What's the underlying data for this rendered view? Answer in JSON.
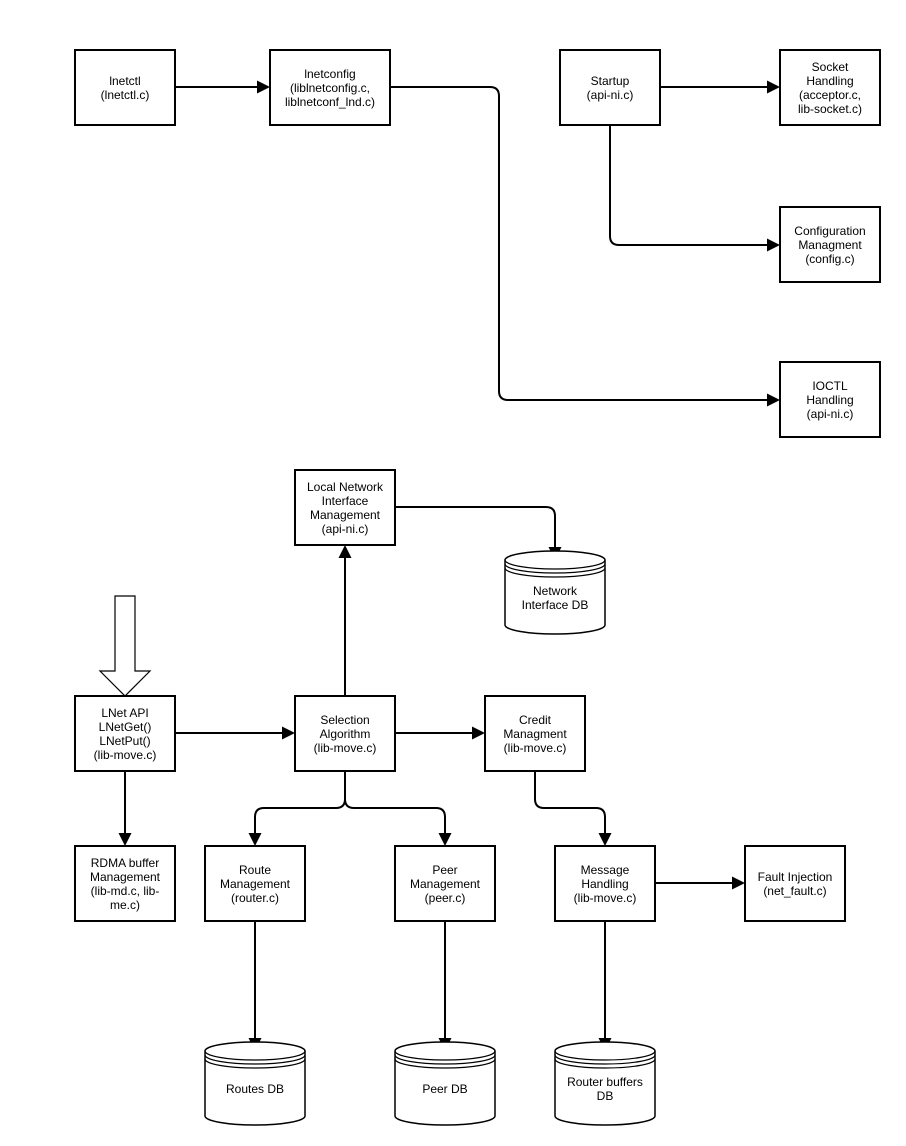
{
  "nodes": {
    "lnetctl": [
      "lnetctl",
      "(lnetctl.c)"
    ],
    "lnetconfig": [
      "lnetconfig",
      "(liblnetconfig.c,",
      "liblnetconf_lnd.c)"
    ],
    "startup": [
      "Startup",
      "(api-ni.c)"
    ],
    "socket": [
      "Socket",
      "Handling",
      "(acceptor.c,",
      "lib-socket.c)"
    ],
    "config": [
      "Configuration",
      "Managment",
      "(config.c)"
    ],
    "ioctl": [
      "IOCTL",
      "Handling",
      "(api-ni.c)"
    ],
    "local_ni": [
      "Local Network",
      "Interface",
      "Management",
      "(api-ni.c)"
    ],
    "ni_db": [
      "Network",
      "Interface DB"
    ],
    "lnet_api": [
      "LNet API",
      "LNetGet()",
      "LNetPut()",
      "(lib-move.c)"
    ],
    "selection": [
      "Selection",
      "Algorithm",
      "(lib-move.c)"
    ],
    "credit": [
      "Credit",
      "Managment",
      "(lib-move.c)"
    ],
    "rdma": [
      "RDMA buffer",
      "Management",
      "(lib-md.c, lib-",
      "me.c)"
    ],
    "route": [
      "Route",
      "Management",
      "(router.c)"
    ],
    "peer": [
      "Peer",
      "Management",
      "(peer.c)"
    ],
    "message": [
      "Message",
      "Handling",
      "(lib-move.c)"
    ],
    "fault": [
      "Fault Injection",
      "(net_fault.c)"
    ],
    "routes_db": [
      "Routes DB"
    ],
    "peer_db": [
      "Peer DB"
    ],
    "router_buffers_db": [
      "Router buffers",
      "DB"
    ]
  }
}
